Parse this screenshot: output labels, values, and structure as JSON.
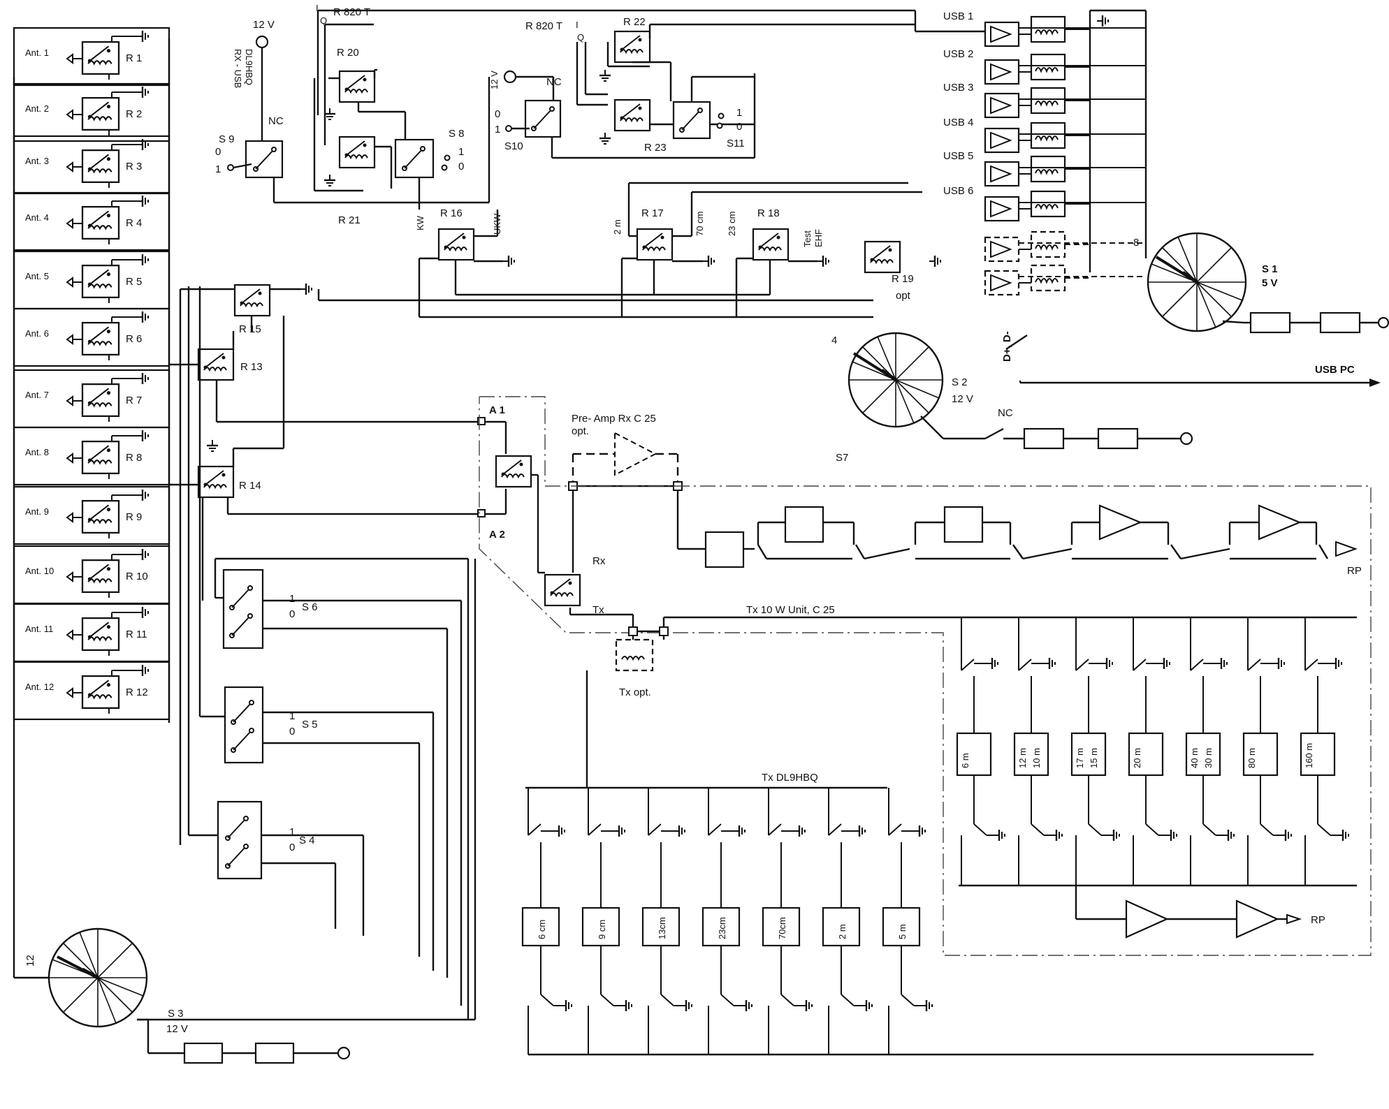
{
  "antennas": [
    {
      "label": "Ant. 1",
      "relay": "R 1"
    },
    {
      "label": "Ant. 2",
      "relay": "R 2"
    },
    {
      "label": "Ant. 3",
      "relay": "R 3"
    },
    {
      "label": "Ant. 4",
      "relay": "R 4"
    },
    {
      "label": "Ant. 5",
      "relay": "R 5"
    },
    {
      "label": "Ant. 6",
      "relay": "R 6"
    },
    {
      "label": "Ant. 7",
      "relay": "R 7"
    },
    {
      "label": "Ant. 8",
      "relay": "R 8"
    },
    {
      "label": "Ant. 9",
      "relay": "R 9"
    },
    {
      "label": "Ant. 10",
      "relay": "R 10"
    },
    {
      "label": "Ant. 11",
      "relay": "R 11"
    },
    {
      "label": "Ant. 12",
      "relay": "R 12"
    }
  ],
  "usb_ports": [
    "USB 1",
    "USB 2",
    "USB 3",
    "USB 4",
    "USB 5",
    "USB 6"
  ],
  "rx_bands": [
    {
      "top": "6 m",
      "bottom": ""
    },
    {
      "top": "12 m",
      "bottom": "10 m"
    },
    {
      "top": "17 m",
      "bottom": "15 m"
    },
    {
      "top": "20 m",
      "bottom": ""
    },
    {
      "top": "40 m",
      "bottom": "30 m"
    },
    {
      "top": "80 m",
      "bottom": ""
    },
    {
      "top": "160 m",
      "bottom": ""
    }
  ],
  "tx_bands": [
    "6 cm",
    "9 cm",
    "13cm",
    "23cm",
    "70cm",
    "2 m",
    "5 m"
  ],
  "labels": {
    "v12": "12 V",
    "rx_usb": "RX - USB",
    "dl9hbq": "DL9HBQ",
    "nc": "NC",
    "s9": "S 9",
    "s8": "S 8",
    "s10": "S10",
    "s11": "S11",
    "r820t": "R 820 T",
    "i": "I",
    "q": "Q",
    "r20": "R 20",
    "r21": "R 21",
    "r22": "R 22",
    "r23": "R 23",
    "r16": "R 16",
    "r17": "R 17",
    "r18": "R 18",
    "r19": "R 19",
    "opt": "opt",
    "kw": "KW",
    "ukw": "UKW",
    "m2": "2 m",
    "cm70": "70 cm",
    "cm23": "23 cm",
    "test": "Test",
    "ehf": "EHF",
    "r15": "R 15",
    "r13": "R 13",
    "r14": "R 14",
    "a1": "A 1",
    "a2": "A 2",
    "preamp": "Pre- Amp Rx C 25",
    "preamp_opt": "opt.",
    "s7": "S7",
    "rx": "Rx",
    "tx": "Tx",
    "rp": "RP",
    "tx_unit": "Tx 10 W Unit, C 25",
    "tx_opt": "Tx opt.",
    "tx_dl9hbq": "Tx DL9HBQ",
    "s6": "S 6",
    "s5": "S 5",
    "s4": "S 4",
    "one": "1",
    "zero": "0",
    "s3": "S 3",
    "s1": "S 1",
    "v5": "5 V",
    "s2": "S 2",
    "pos8": "8",
    "pos4": "4",
    "pos12": "12",
    "dplus": "D+, D-",
    "usb_pc": "USB PC"
  }
}
